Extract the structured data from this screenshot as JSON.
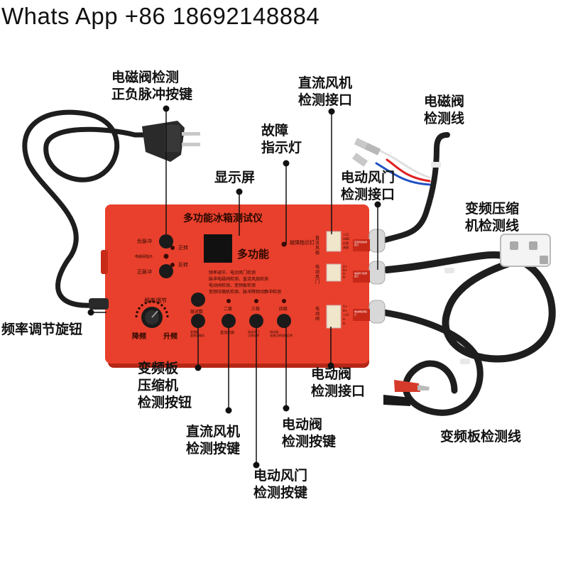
{
  "watermark": "Whats App +86 18692148884",
  "callouts": {
    "solenoid_button": [
      "电磁阀检测",
      "正负脉冲按键"
    ],
    "dc_fan_port": [
      "直流风机",
      "检测接口"
    ],
    "solenoid_wire": [
      "电磁阀",
      "检测线"
    ],
    "fault_light": [
      "故障",
      "指示灯"
    ],
    "display": "显示屏",
    "damper_port": [
      "电动风门",
      "检测接口"
    ],
    "inverter_compressor_wire": [
      "变频压缩",
      "机检测线"
    ],
    "freq_knob": "频率调节旋钮",
    "inverter_board_button": [
      "变频板",
      "压缩机",
      "检测按钮"
    ],
    "valve_port": [
      "电动阀",
      "检测接口"
    ],
    "dc_fan_button": [
      "直流风机",
      "检测按键"
    ],
    "valve_button": [
      "电动阀",
      "检测按键"
    ],
    "damper_button": [
      "电动风门",
      "检测按键"
    ],
    "inverter_board_wire": "变频板检测线"
  },
  "device": {
    "title": "多功能冰箱测试仪",
    "fault_indicator": "故障指示灯",
    "display_brand": "多功能",
    "neg_pulse": "负脉冲",
    "solenoid_indicator": "电磁阀指示",
    "pos_pulse": "正脉冲",
    "forward": "正转",
    "reverse": "反转",
    "freq_title": "频率调节",
    "freq_down": "降频",
    "freq_up": "升频",
    "desc": [
      "频率调节、电动风门检测",
      "脉冲电磁阀检测、直流风扇检测",
      "电动阀检测、变频板检测",
      "变频压缩机检测、脉冲降频动静冲检测"
    ],
    "grade_labels": [
      "级对数",
      "二极",
      "三极",
      "四极"
    ],
    "bottom_labels": [
      "变频板\n变频压缩机",
      "直流风扇",
      "电动风门\n正转反转",
      "电动阀\n长按正转短按反转"
    ],
    "port_fan_label": "直流风扇",
    "port_fan_pins": [
      "+12",
      "GND",
      "反馈",
      "调速"
    ],
    "port_damper_label": "电动风门",
    "port_damper_pins": [
      "A+",
      "B+",
      "A-",
      "B-"
    ],
    "port_valve_label": "电动阀",
    "port_valve_pins": [
      "A+",
      "B+",
      "+12",
      "A-",
      "B-"
    ],
    "port_tags": [
      "直流风机检测接口",
      "电动风门检测接口",
      "电动阀检测接口"
    ]
  },
  "colors": {
    "panel": "#e8402c",
    "panel_dark": "#b52716",
    "cable": "#1e1e1e"
  }
}
